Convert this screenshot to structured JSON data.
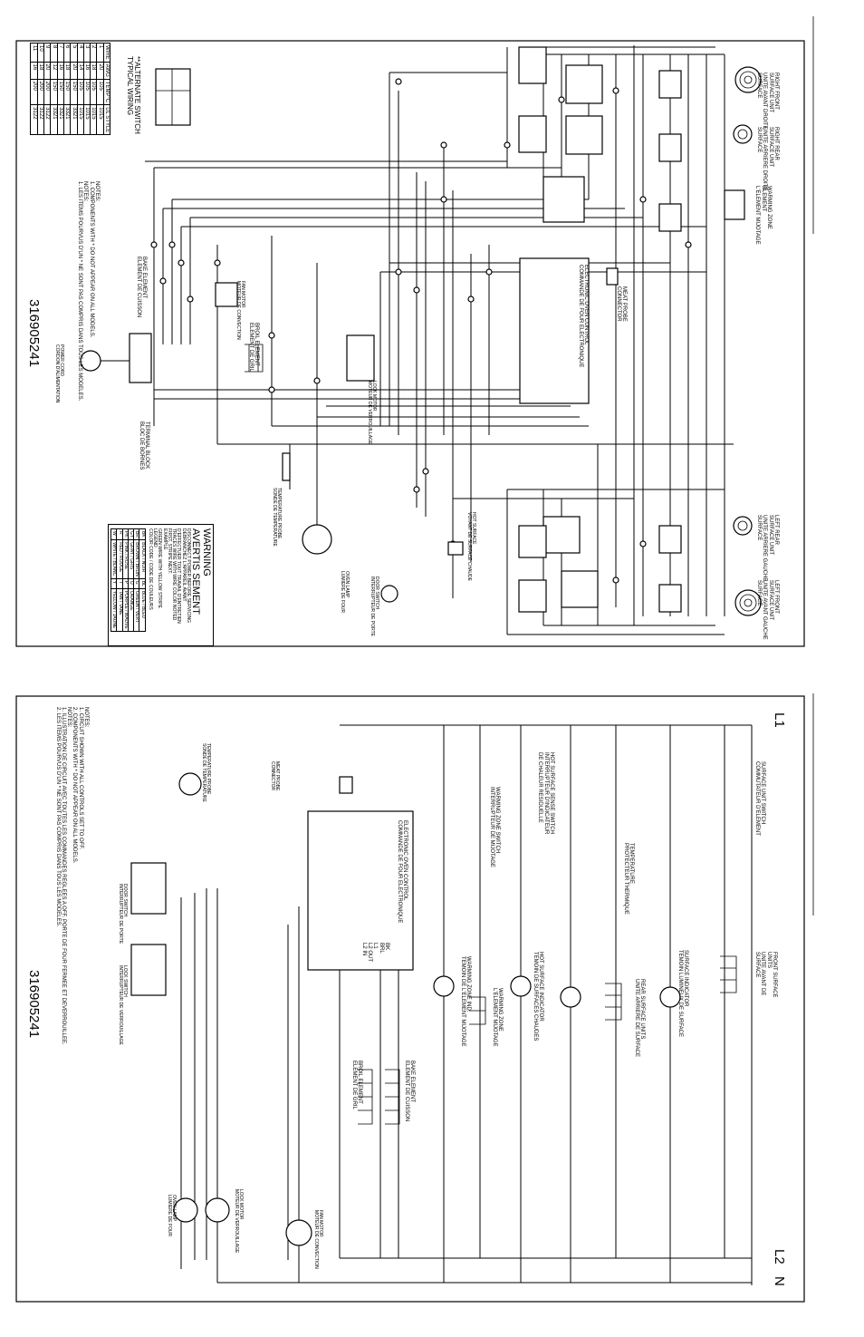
{
  "wiring_diagram": {
    "part_number": "316905241",
    "components": {
      "right_front_surface": [
        "RIGHT FRONT",
        "SURFACE UNIT",
        "UNITE AVANT DROITE",
        "SURFACE"
      ],
      "right_rear_surface": [
        "RIGHT REAR",
        "SURFACE UNIT",
        "UNITE ARRIERE DROITE",
        "SURFACE"
      ],
      "warming_zone": [
        "WARMING ZONE",
        "ELEMENT",
        "L'ELEMENT MIJOTAGE"
      ],
      "left_rear_surface": [
        "LEFT REAR",
        "SURFACE UNIT",
        "UNITE ARRIERE GAUCHE",
        "SURFACE"
      ],
      "left_front_surface": [
        "LEFT FRONT",
        "SURFACE UNIT",
        "UNITE AVANT GAUCHE",
        "SURFACE"
      ],
      "oven_control": [
        "ELECTRONIC OVEN CONTROL",
        "COMMANDE DE FOUR ELECTRONIQUE"
      ],
      "meat_probe": [
        "MEAT PROBE",
        "CONNECTOR"
      ],
      "bake_element": [
        "BAKE ELEMENT",
        "ELEMENT DE CUISSON"
      ],
      "broil_element": [
        "BROIL ELEMENT",
        "ELEMENT DE GRIL"
      ],
      "fan_motor": [
        "FAN MOTOR",
        "MOTEUR DE CONVECTION"
      ],
      "lock_motor": [
        "LOCK MOTOR",
        "MOTEUR DE VERROUILLAGE"
      ],
      "terminal_block": [
        "TERMINAL BLOCK",
        "BLOC DE BORNES"
      ],
      "power_cord": [
        "POWER CORD",
        "CORDON D'ALIMENTATION"
      ],
      "temp_probe": [
        "TEMPERATURE PROBE",
        "SONDE DE TEMPERATURE"
      ],
      "oven_lamp": [
        "OVEN LAMP",
        "LUMIERE DE FOUR"
      ],
      "door_switch": [
        "DOOR SWITCH",
        "INTERRUPTEUR DE PORTE"
      ],
      "hot_surface_light": [
        "HOT SURFACE",
        "VOYANT DE SURFACE CHAUDE"
      ]
    },
    "alternate_switch": [
      "**ALTERNATE SWITCH",
      "TYPICAL WIRING"
    ],
    "notes": [
      "NOTES:",
      "1. COMPONENTS WITH * DO NOT APPEAR ON ALL MODELS.",
      "NOTES:",
      "1. LES ITEMS POURVUS D'UN * NE SONT PAS COMPRIS DANS TOUS LES MODELES."
    ],
    "wire_table": {
      "headers": [
        "WIRE",
        "AWG",
        "TEMP°C",
        "UL STYLE"
      ],
      "rows": [
        [
          "1",
          "20",
          "105",
          "1015"
        ],
        [
          "2",
          "18",
          "105",
          "1015"
        ],
        [
          "3",
          "16",
          "105",
          "1015"
        ],
        [
          "4",
          "14",
          "105",
          "1015"
        ],
        [
          "5",
          "20",
          "150",
          "3321"
        ],
        [
          "6",
          "18",
          "150",
          "3321"
        ],
        [
          "7",
          "16",
          "150",
          "3321"
        ],
        [
          "8",
          "12",
          "150",
          "3321"
        ],
        [
          "9",
          "20",
          "200",
          "3122"
        ],
        [
          "10",
          "18",
          "200",
          "3122"
        ],
        [
          "11",
          "16",
          "200",
          "3122"
        ]
      ]
    },
    "warning": {
      "title": "WARNING",
      "subtitle": "AVERTIS SEMENT",
      "lines": [
        "DISCONNECT POWER BEFORE SERVICING",
        "DEBRANCHEZ L'APPAREIL AVANT",
        "D'EFFECTUER TOUT TRAVAIL D'ENTRETIEN",
        "TRACES WIRE WITH WIRE COLOR NOTED",
        "FIRST, STRIPE NEXT.",
        "EXAMPLE",
        "GREEN WIRE WITH YELLOW STRIPE",
        "LEGEND",
        "COLOR CODE / CODE DE COULEURS"
      ],
      "color_codes": [
        [
          "BK",
          "BLACK / NOIR"
        ],
        [
          "BL",
          "BLUE / BLEU"
        ],
        [
          "BR",
          "BROWN / BRUN"
        ],
        [
          "G",
          "GREEN / VERT"
        ],
        [
          "GY",
          "GRAY / GRIS"
        ],
        [
          "O",
          "ORANGE"
        ],
        [
          "PK",
          "PINK / ROSE"
        ],
        [
          "P",
          "PURPLE / MAUVE"
        ],
        [
          "R",
          "RED / ROUGE"
        ],
        [
          "T",
          "TAN / TANE"
        ],
        [
          "W",
          "WHITE / BLANC"
        ],
        [
          "Y",
          "YELLOW / JAUNE"
        ]
      ]
    }
  },
  "schematic": {
    "part_number": "316905241",
    "rails": [
      "L1",
      "L2",
      "N"
    ],
    "components": {
      "surface_switch_front": [
        "SURFACE UNIT SWITCH",
        "COMMUTATEUR D'ELEMENT"
      ],
      "front_surface_units": [
        "FRONT SURFACE",
        "UNITS",
        "UNITE AVANT DE",
        "SURFACE"
      ],
      "surface_indicator": [
        "SURFACE INDICATOR",
        "TEMOIN LUMINEUX DE SURFACE"
      ],
      "thermal_protector": [
        "TEMPERATURE",
        "PROTECTEUR THERMIQUE"
      ],
      "rear_surface_units": [
        "REAR SURFACE UNITS",
        "UNITE ARRIERE DE SURFACE"
      ],
      "hot_surface_sense": [
        "HOT SURFACE SENSE SWITCH",
        "INTERRUPTEUR D'INDICATEUR",
        "DE CHALEUR RESIDUELLE"
      ],
      "warming_zone_switch": [
        "WARMING ZONE SWITCH",
        "INTERRUPTEUR DE MIJOTAGE"
      ],
      "warming_zone_element": [
        "WARMING ZONE",
        "L'ELEMENT MIJOTAGE"
      ],
      "warming_zone_indicator": [
        "WARMING ZONE IND.",
        "TEMOIN DE L'ELEMENT MIJOTAGE"
      ],
      "hot_surface_indicator": [
        "HOT SURFACE INDICATOR",
        "TEMOIN DE SURFACES CHAUDES"
      ],
      "oven_control": [
        "ELECTRONIC OVEN CONTROL",
        "COMMANDE DE FOUR ELECTRONIQUE"
      ],
      "meat_probe": [
        "MEAT PROBE",
        "CONNECTOR"
      ],
      "temp_probe": [
        "TEMPERATURE PROBE",
        "SONDE DE TEMPERATURE"
      ],
      "door_switch": [
        "DOOR SWITCH",
        "INTERRUPTEUR DE PORTE"
      ],
      "lock_switch": [
        "LOCK SWITCH",
        "INTERRUPTEUR DE VERROUILLAGE"
      ],
      "bake_element": [
        "BAKE ELEMENT",
        "ELEMENT DE CUISSON"
      ],
      "broil_element": [
        "BROIL ELEMENT",
        "ELEMENT DE GRIL"
      ],
      "fan_motor": [
        "FAN MOTOR",
        "MOTEUR DE CONVECTION"
      ],
      "lock_motor": [
        "LOCK MOTOR",
        "MOTEUR DE VERROUILLAGE"
      ],
      "oven_lamp": [
        "OVEN LAMP",
        "LUMIERE DE FOUR"
      ]
    },
    "control_terminals": [
      "BK",
      "BRL",
      "L1",
      "L2 OUT",
      "L2 IN"
    ],
    "notes": [
      "NOTES:",
      "1. CIRCUIT SHOWN WITH ALL CONTROLS SET TO OFF.",
      "2. COMPONENTS WITH * DO NOT APPEAR ON ALL MODELS.",
      "NOTES:",
      "1. ILLUSTRATION DE CIRCUIT AVEC TOUTES LES COMMANDES REGLEES A OFF. PORTE DE FOUR FERMEE ET DEVERROUILLEE.",
      "2. LES ITEMS POURVUS D'UN * NE SONT PAS COMPRIS DANS TOUS LES MODELES."
    ]
  }
}
